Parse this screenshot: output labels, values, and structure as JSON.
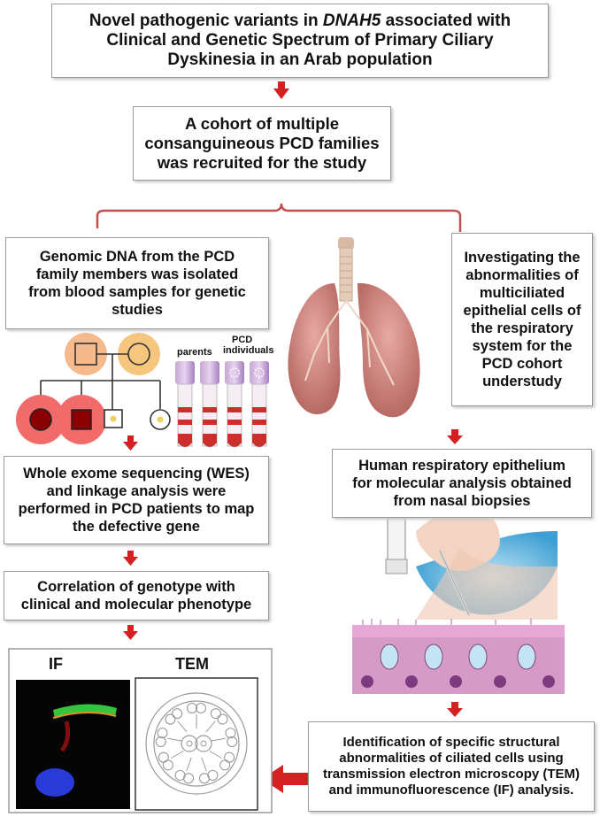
{
  "title_box": {
    "line1_pre": "Novel pathogenic variants in ",
    "line1_gene": "DNAH5",
    "line1_post": " associated with",
    "line2": "Clinical and Genetic Spectrum of Primary Ciliary",
    "line3": "Dyskinesia in an Arab population"
  },
  "cohort_box": [
    "A cohort of multiple",
    "consanguineous  PCD families",
    "was recruited for the study"
  ],
  "dna_box": [
    "Genomic DNA from the PCD",
    "family members was isolated",
    "from blood samples for genetic",
    "studies"
  ],
  "investigate_box": [
    "Investigating the",
    "abnormalities of",
    "multiciliated",
    "epithelial cells of",
    "the respiratory",
    "system for the",
    "PCD cohort",
    "understudy"
  ],
  "tube_labels": {
    "parents": "parents",
    "pcd": "PCD",
    "individuals": "individuals"
  },
  "wes_box": [
    "Whole exome sequencing (WES)",
    "and linkage analysis were",
    "performed in PCD patients to map",
    "the defective gene"
  ],
  "epithelium_box": [
    "Human respiratory epithelium",
    "for molecular analysis obtained",
    "from nasal biopsies"
  ],
  "correlation_box": [
    "Correlation of genotype with",
    "clinical and molecular phenotype"
  ],
  "panel_labels": {
    "if": "IF",
    "tem": "TEM"
  },
  "identification_box": [
    "Identification of specific structural",
    "abnormalities of ciliated cells using",
    "transmission electron microscopy (TEM)",
    "and immunofluorescence (IF) analysis."
  ],
  "colors": {
    "arrow": "#d42020",
    "bracket": "#c0504d",
    "box_border": "#9a9a9a"
  }
}
